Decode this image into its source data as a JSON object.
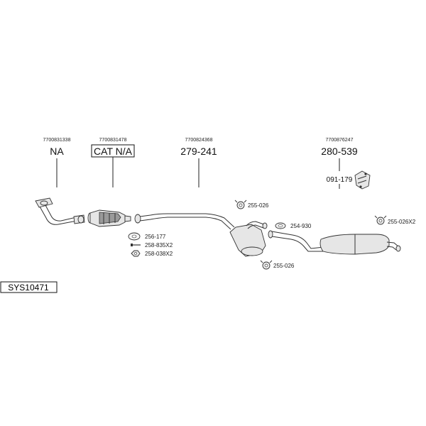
{
  "system_id": "SYS10471",
  "parts": [
    {
      "oem": "7700831338",
      "ref": "NA"
    },
    {
      "oem": "7700831478",
      "ref": "CAT N/A"
    },
    {
      "oem": "7700824368",
      "ref": "279-241"
    },
    {
      "oem": "7700876247",
      "ref": "280-539"
    }
  ],
  "sub_part": "091-179",
  "fittings": [
    {
      "ref": "255-026"
    },
    {
      "ref": "256-177"
    },
    {
      "ref": "258-835X2"
    },
    {
      "ref": "258-038X2"
    },
    {
      "ref": "254-930"
    },
    {
      "ref": "255-026"
    },
    {
      "ref": "255-026X2"
    }
  ]
}
